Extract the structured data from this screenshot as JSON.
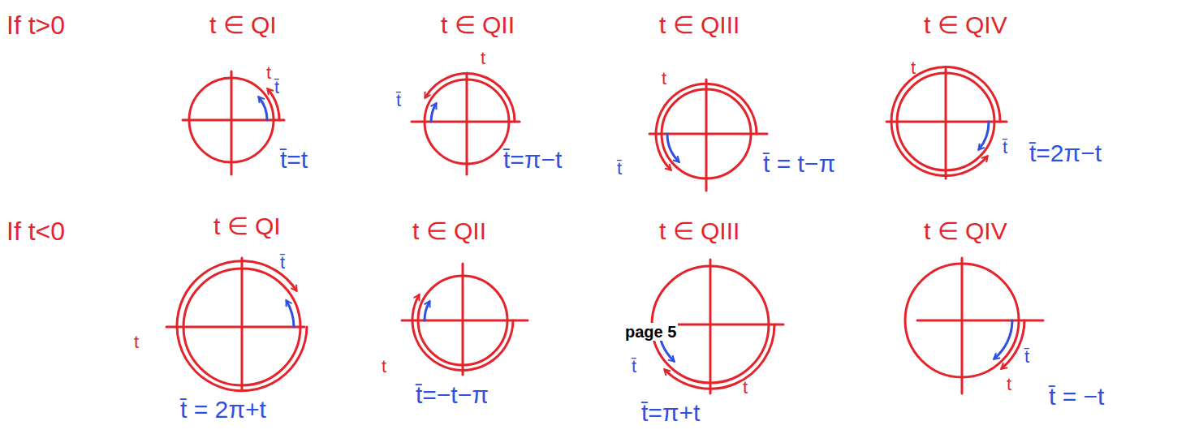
{
  "diagram": {
    "labels": [
      "If t>0",
      "t ∈ QI",
      "t",
      "t̄",
      "t̄=t",
      "t ∈ QII",
      "t",
      "t̄",
      "t̄=π−t",
      "t ∈ QIII",
      "t",
      "t̄",
      "t̄ = t−π",
      "t ∈ QIV",
      "t",
      "t̄",
      "t̄=2π−t",
      "If t<0",
      "t ∈ QI",
      "t",
      "t̄",
      "t̄ = 2π+t",
      "t ∈ QII",
      "t",
      "t̄=−t−π",
      "t ∈ QIII",
      "page 5",
      "t̄",
      "t̄=π+t",
      "t",
      "t ∈ QIV",
      "t̄",
      "t",
      "t̄ = −t"
    ]
  }
}
